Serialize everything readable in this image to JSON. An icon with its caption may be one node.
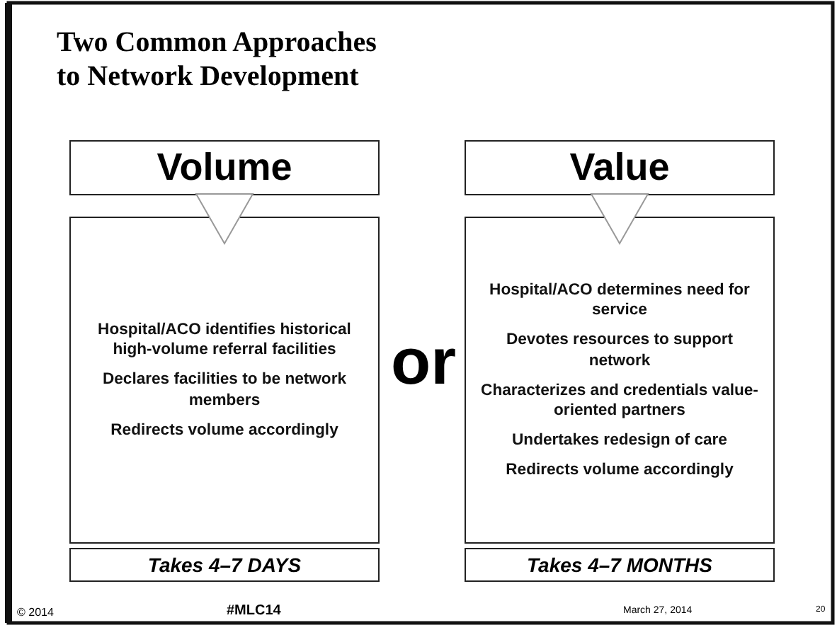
{
  "diagram": {
    "title": "Two Common Approaches to Network Development",
    "nodes": [
      {
        "text": [
          "Volume"
        ]
      },
      {
        "text": [
          "Hospital/ACO identifies historical high-volume referral facilities",
          "Declares facilities to be network members",
          "Redirects volume accordingly"
        ]
      },
      {
        "text": [
          "Takes 4–7 DAYS"
        ]
      },
      {
        "text": [
          "Value"
        ]
      },
      {
        "text": [
          "Hospital/ACO determines need for service",
          "Devotes resources to support network",
          "Characterizes and credentials value-oriented partners",
          "Undertakes redesign of care",
          "Redirects volume accordingly"
        ]
      },
      {
        "text": [
          "Takes 4–7 MONTHS"
        ]
      }
    ],
    "edges": [
      {
        "from": 0,
        "to": 1,
        "arrow": "to"
      },
      {
        "from": 3,
        "to": 4,
        "arrow": "to"
      }
    ],
    "labels": [
      "or",
      "© 2014",
      "#MLC14",
      "March 27, 2014",
      "20"
    ]
  }
}
